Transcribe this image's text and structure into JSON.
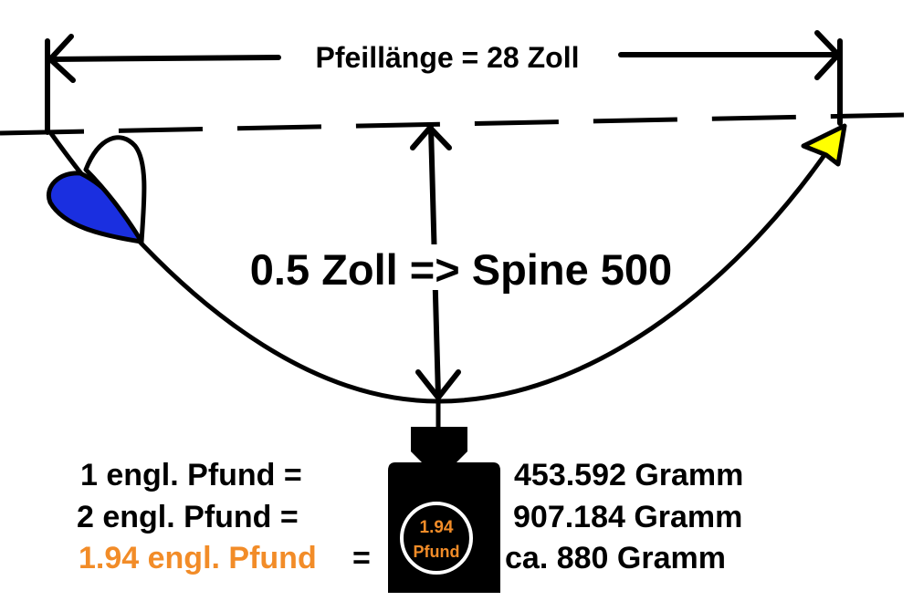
{
  "diagram": {
    "arrow_length_label": "Pfeillänge = 28 Zoll",
    "deflection_label": "0.5 Zoll => Spine 500",
    "weight_badge": {
      "value": "1.94",
      "unit": "Pfund"
    },
    "conversions": [
      {
        "left": "1 engl. Pfund =",
        "right": "453.592 Gramm"
      },
      {
        "left": "2 engl. Pfund =",
        "right": "907.184 Gramm"
      },
      {
        "left": "1.94 engl. Pfund",
        "equals": "=",
        "right": "ca. 880 Gramm"
      }
    ],
    "colors": {
      "ink": "#000000",
      "highlight": "#f28c28",
      "fletching": "#1a2fe0",
      "nock": "#ffff00",
      "background": "#ffffff"
    }
  }
}
